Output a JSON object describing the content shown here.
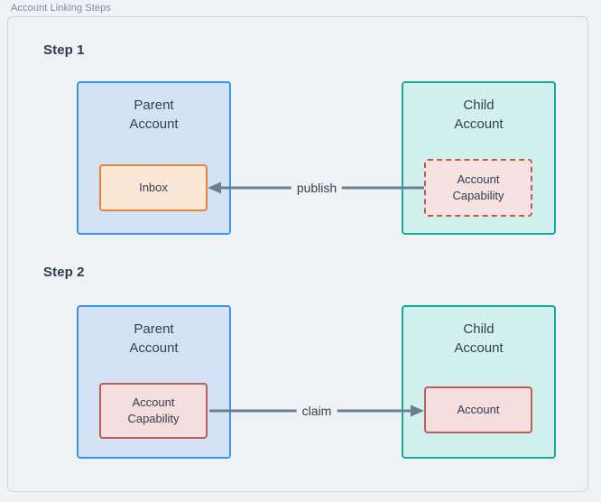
{
  "figure": {
    "caption": "Account Linking Steps",
    "background_color": "#f0f3f5",
    "frame_color": "#ccd6dd"
  },
  "colors": {
    "parent_fill": "#d3e3f5",
    "parent_border": "#3d93e8",
    "child_fill": "#d2f0ec",
    "child_border": "#17a99b",
    "inbox_fill": "#fae7d6",
    "inbox_border": "#e2853c",
    "capability_fill": "#f7e2e2",
    "capability_border": "#bf5a55",
    "arrow": "#6b7f8f",
    "text": "#333f4e",
    "heading": "#2d3b4e"
  },
  "steps": [
    {
      "label": "Step 1",
      "parent": {
        "title": "Parent\nAccount",
        "inner": {
          "label": "Inbox",
          "style": "solid-orange"
        }
      },
      "child": {
        "title": "Child\nAccount",
        "inner": {
          "label": "Account\nCapability",
          "style": "dashed-red"
        }
      },
      "arrow": {
        "label": "publish",
        "direction": "right-to-left"
      }
    },
    {
      "label": "Step 2",
      "parent": {
        "title": "Parent\nAccount",
        "inner": {
          "label": "Account\nCapability",
          "style": "solid-red"
        }
      },
      "child": {
        "title": "Child\nAccount",
        "inner": {
          "label": "Account",
          "style": "solid-red"
        }
      },
      "arrow": {
        "label": "claim",
        "direction": "left-to-right"
      }
    }
  ]
}
